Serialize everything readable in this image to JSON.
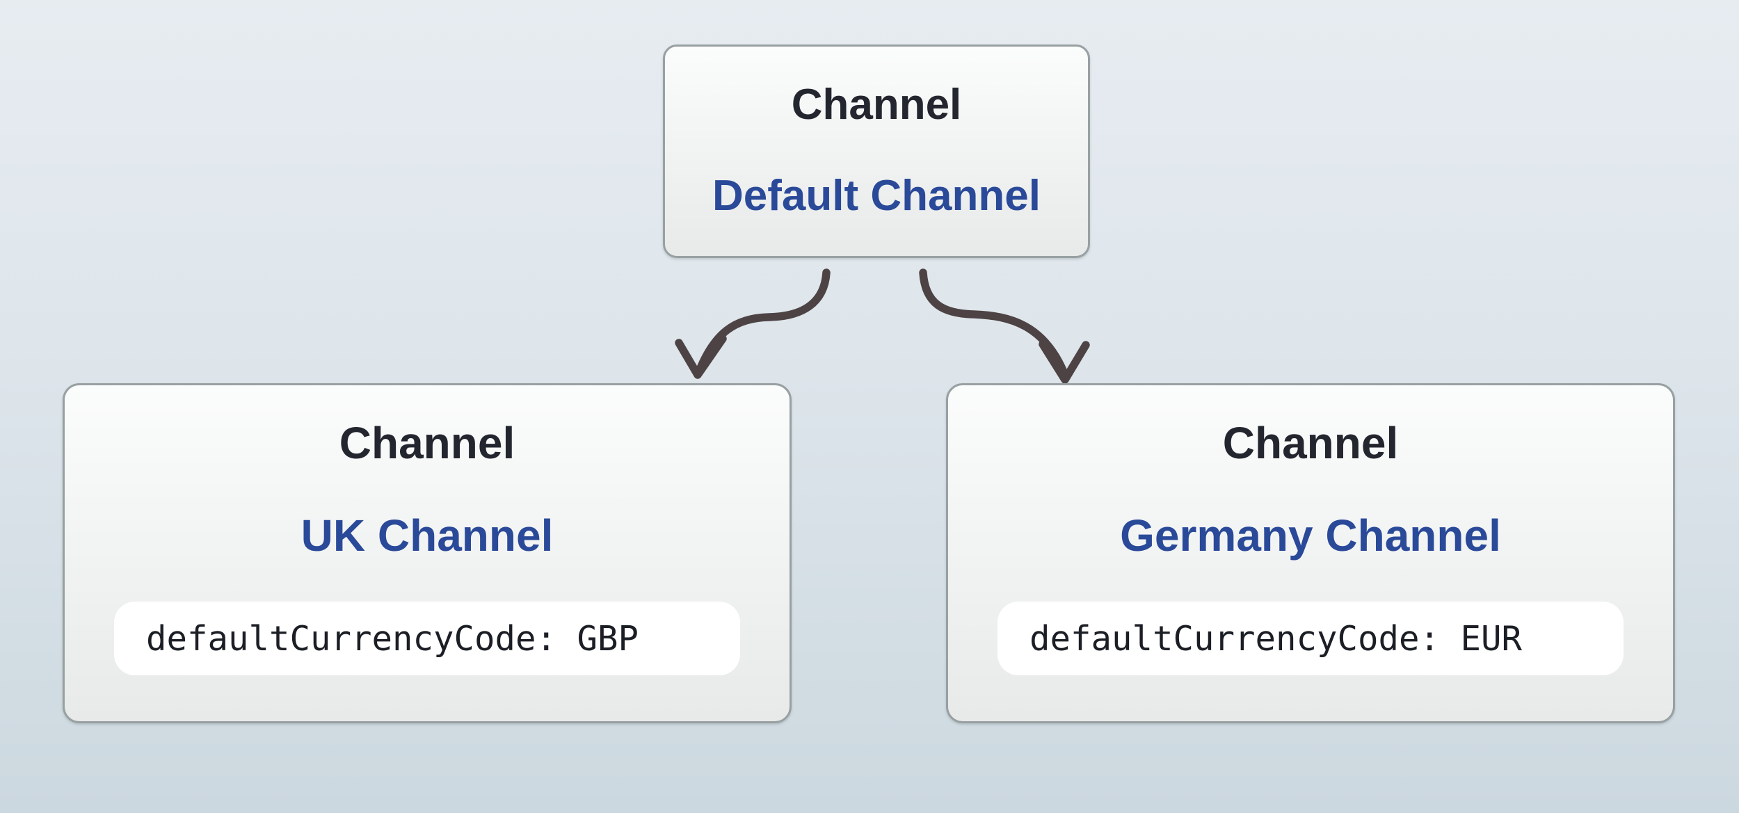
{
  "diagram": {
    "nodes": {
      "root": {
        "type_label": "Channel",
        "name": "Default Channel"
      },
      "uk": {
        "type_label": "Channel",
        "name": "UK Channel",
        "attribute": "defaultCurrencyCode: GBP"
      },
      "germany": {
        "type_label": "Channel",
        "name": "Germany Channel",
        "attribute": "defaultCurrencyCode: EUR"
      }
    },
    "edges": [
      {
        "from": "Default Channel",
        "to": "UK Channel"
      },
      {
        "from": "Default Channel",
        "to": "Germany Channel"
      }
    ]
  },
  "colors": {
    "background_top": "#e7ecf1",
    "background_mid": "#dde5eb",
    "background_bottom": "#ccd8df",
    "node_border": "#98a0a2",
    "node_fill_top": "#fbfcfc",
    "node_fill_bottom": "#e8eaea",
    "heading_text": "#23262e",
    "accent_blue": "#2a4a99",
    "arrow": "#4e4344",
    "attribute_pill_bg": "#ffffff",
    "attribute_text": "#1b1e24"
  }
}
